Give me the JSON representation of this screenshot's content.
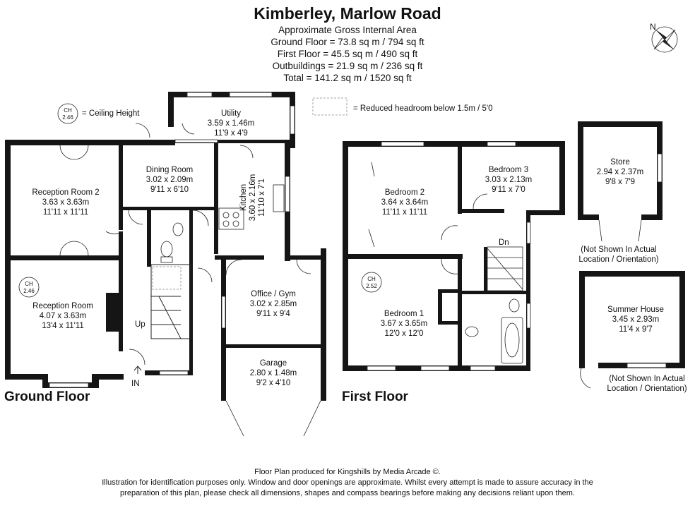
{
  "title": "Kimberley, Marlow Road",
  "area": {
    "heading": "Approximate Gross Internal Area",
    "ground": "Ground Floor = 73.8 sq m / 794 sq ft",
    "first": "First Floor = 45.5 sq m / 490 sq ft",
    "outbuildings": "Outbuildings = 21.9 sq m / 236 sq ft",
    "total": "Total = 141.2 sq m / 1520 sq ft"
  },
  "compass": {
    "label": "N"
  },
  "legend": {
    "ceiling_value": "2.46",
    "ceiling_ch": "CH",
    "ceiling_text": "= Ceiling Height",
    "headroom_text": "= Reduced headroom below 1.5m / 5'0"
  },
  "ground_floor": {
    "label": "Ground Floor",
    "entrance": "IN",
    "stairs": "Up",
    "ch_value": "2.46",
    "rooms": {
      "utility": {
        "name": "Utility",
        "metric": "3.59 x 1.46m",
        "imperial": "11'9 x 4'9"
      },
      "dining": {
        "name": "Dining Room",
        "metric": "3.02 x 2.09m",
        "imperial": "9'11 x 6'10"
      },
      "kitchen": {
        "name": "Kitchen",
        "metric": "3.60 x 2.16m",
        "imperial": "11'10 x 7'1"
      },
      "reception2": {
        "name": "Reception Room 2",
        "metric": "3.63 x 3.63m",
        "imperial": "11'11 x 11'11"
      },
      "reception": {
        "name": "Reception Room",
        "metric": "4.07 x 3.63m",
        "imperial": "13'4 x 11'11"
      },
      "office": {
        "name": "Office / Gym",
        "metric": "3.02 x 2.85m",
        "imperial": "9'11 x 9'4"
      },
      "garage": {
        "name": "Garage",
        "metric": "2.80 x 1.48m",
        "imperial": "9'2 x 4'10"
      }
    }
  },
  "first_floor": {
    "label": "First Floor",
    "stairs": "Dn",
    "ch_value": "2.52",
    "rooms": {
      "bedroom2": {
        "name": "Bedroom 2",
        "metric": "3.64 x 3.64m",
        "imperial": "11'11 x 11'11"
      },
      "bedroom3": {
        "name": "Bedroom 3",
        "metric": "3.03 x 2.13m",
        "imperial": "9'11 x 7'0"
      },
      "bedroom1": {
        "name": "Bedroom 1",
        "metric": "3.67 x 3.65m",
        "imperial": "12'0 x 12'0"
      }
    }
  },
  "outbuildings": {
    "store": {
      "name": "Store",
      "metric": "2.94 x 2.37m",
      "imperial": "9'8 x 7'9",
      "note1": "(Not Shown In Actual",
      "note2": "Location / Orientation)"
    },
    "summer": {
      "name": "Summer House",
      "metric": "3.45 x 2.93m",
      "imperial": "11'4 x 9'7",
      "note1": "(Not Shown In Actual",
      "note2": "Location / Orientation)"
    }
  },
  "footer": {
    "line1": "Floor Plan produced for Kingshills by Media Arcade ©.",
    "line2": "Illustration for identification purposes only. Window and door openings are approximate. Whilst every attempt is made to assure accuracy in the",
    "line3": "preparation of this plan, please check all dimensions, shapes and compass bearings before making any decisions reliant upon them."
  }
}
